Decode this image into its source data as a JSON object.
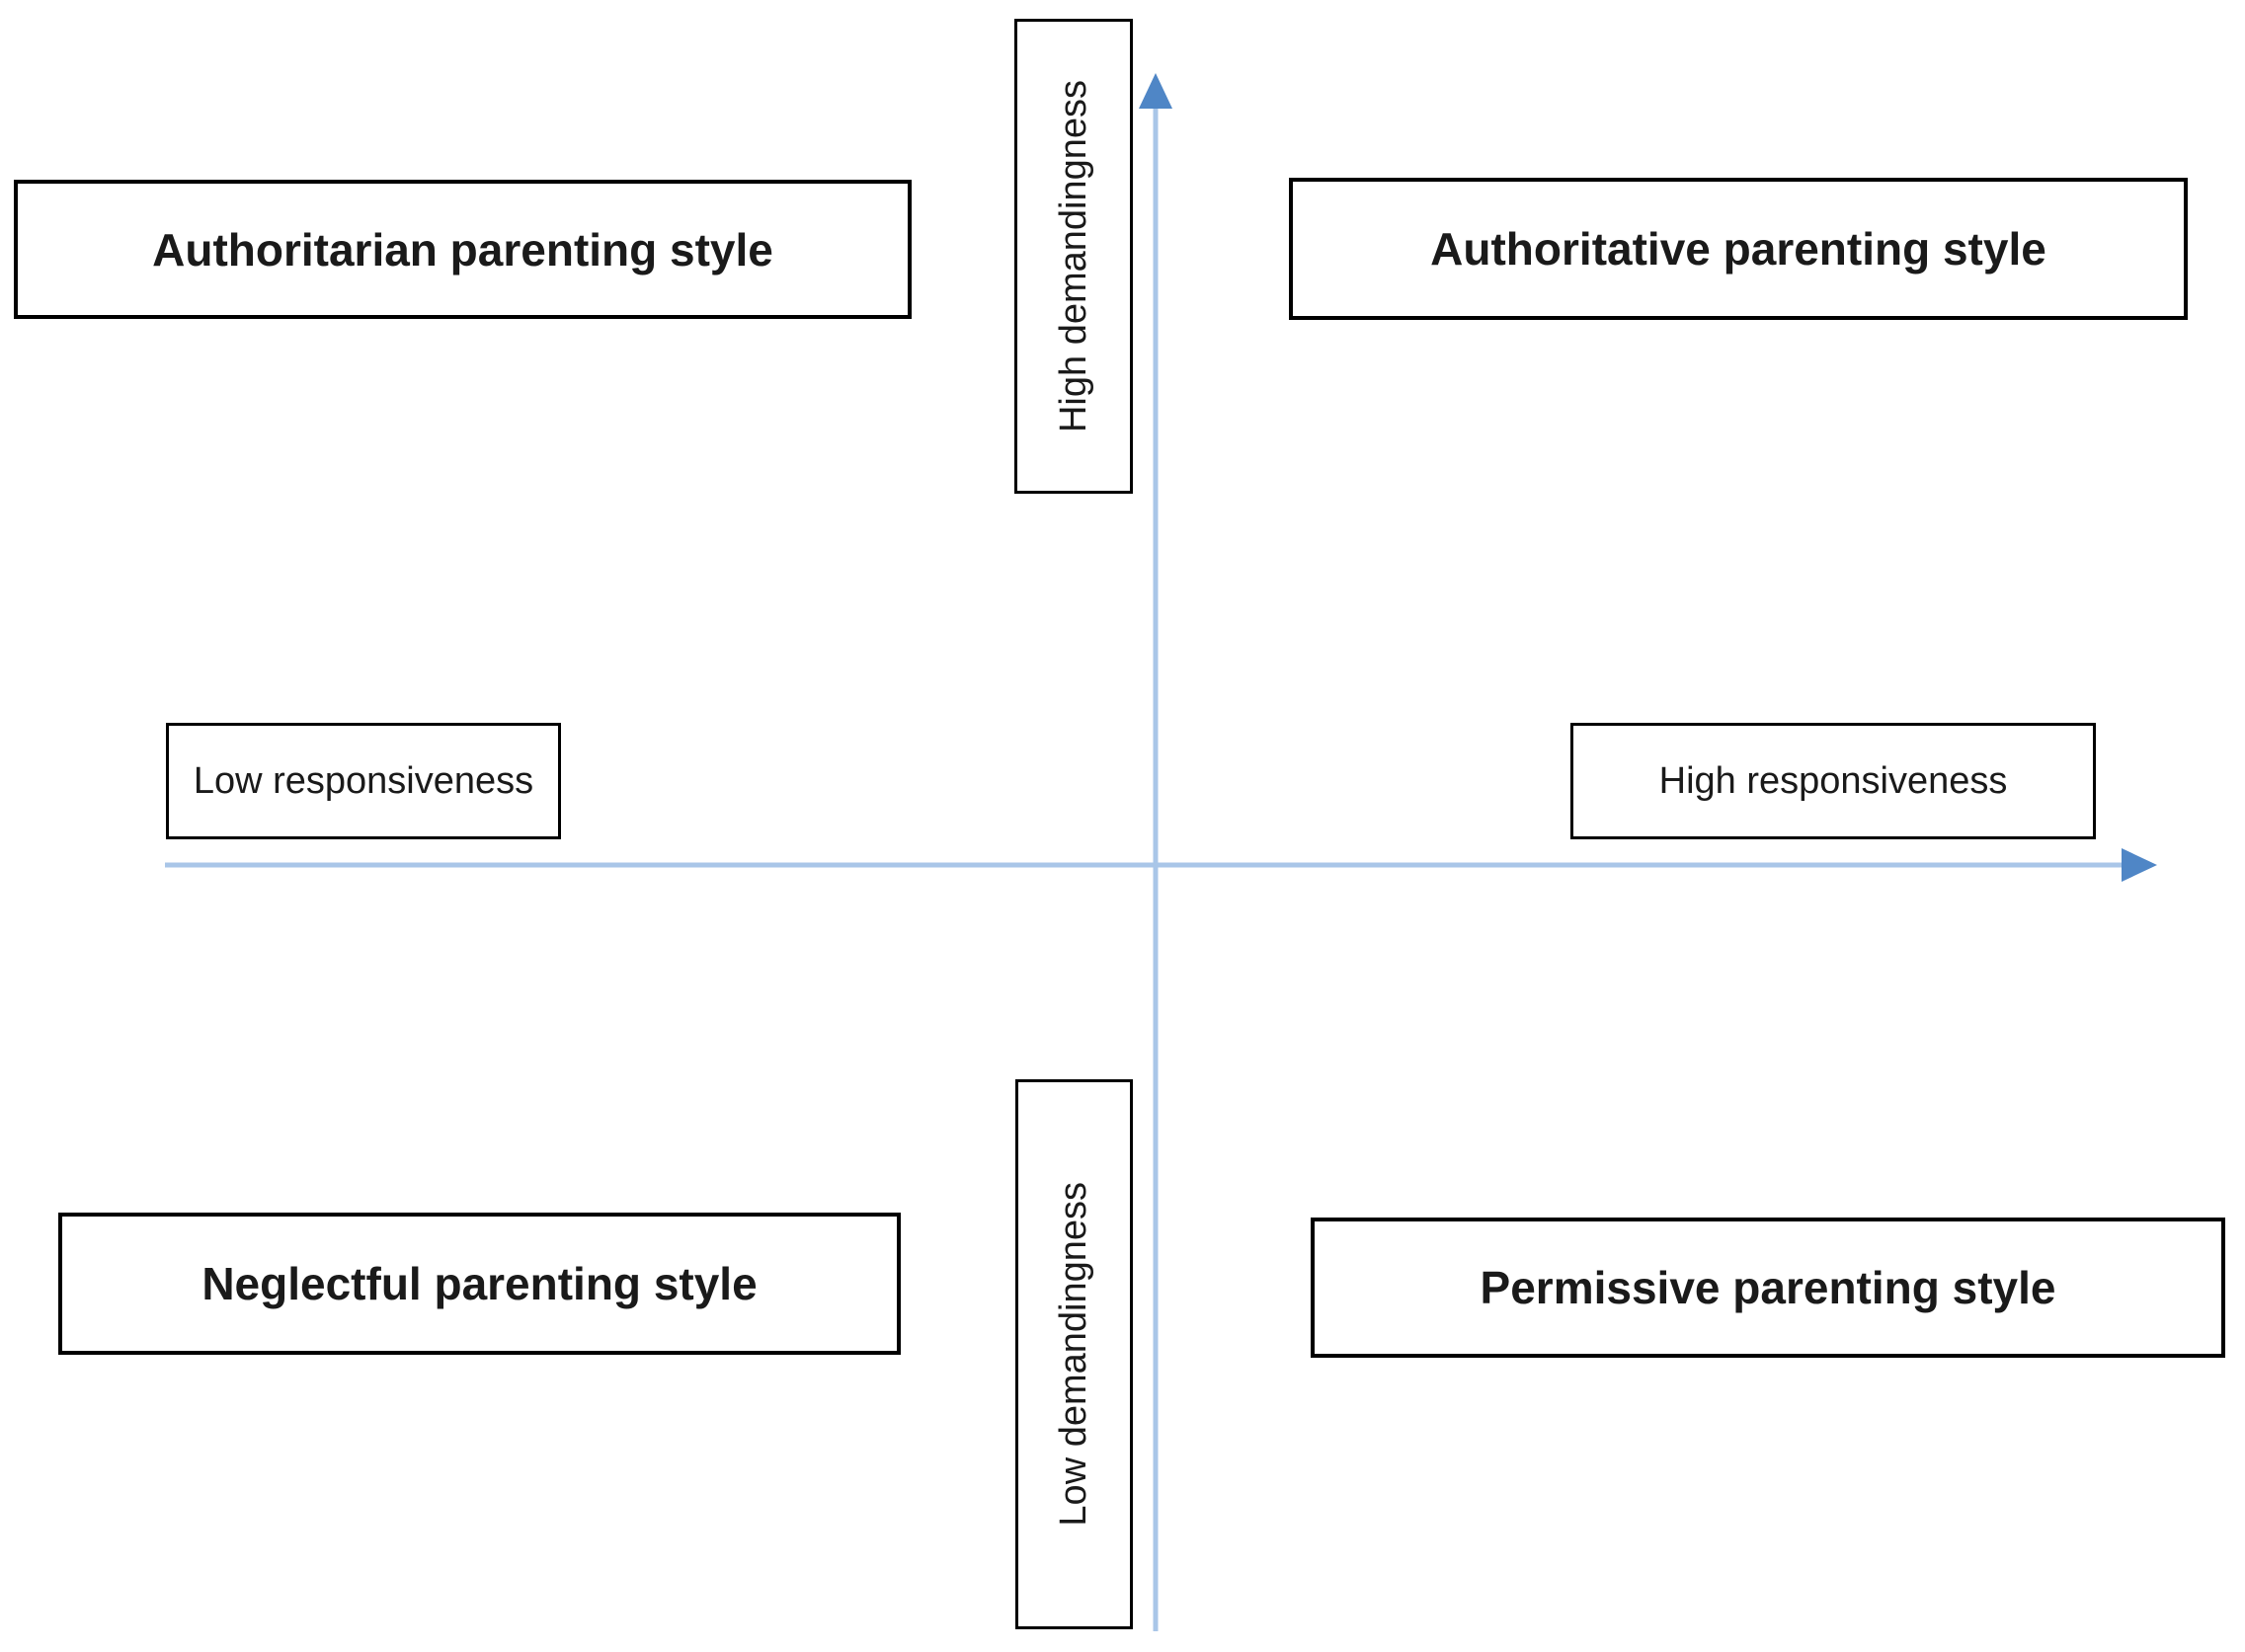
{
  "figure": {
    "quadrants": {
      "top_left": "Authoritarian parenting style",
      "top_right": "Authoritative parenting style",
      "bottom_left": "Neglectful parenting style",
      "bottom_right": "Permissive parenting style"
    },
    "axes": {
      "vertical_top_label": "High demandingness",
      "vertical_bottom_label": "Low demandingness",
      "horizontal_left_label": "Low responsiveness",
      "horizontal_right_label": "High responsiveness"
    },
    "colors": {
      "axis_line": "#a9c6e8",
      "arrowhead": "#4f86c6",
      "box_border": "#000000",
      "background": "#ffffff"
    }
  }
}
